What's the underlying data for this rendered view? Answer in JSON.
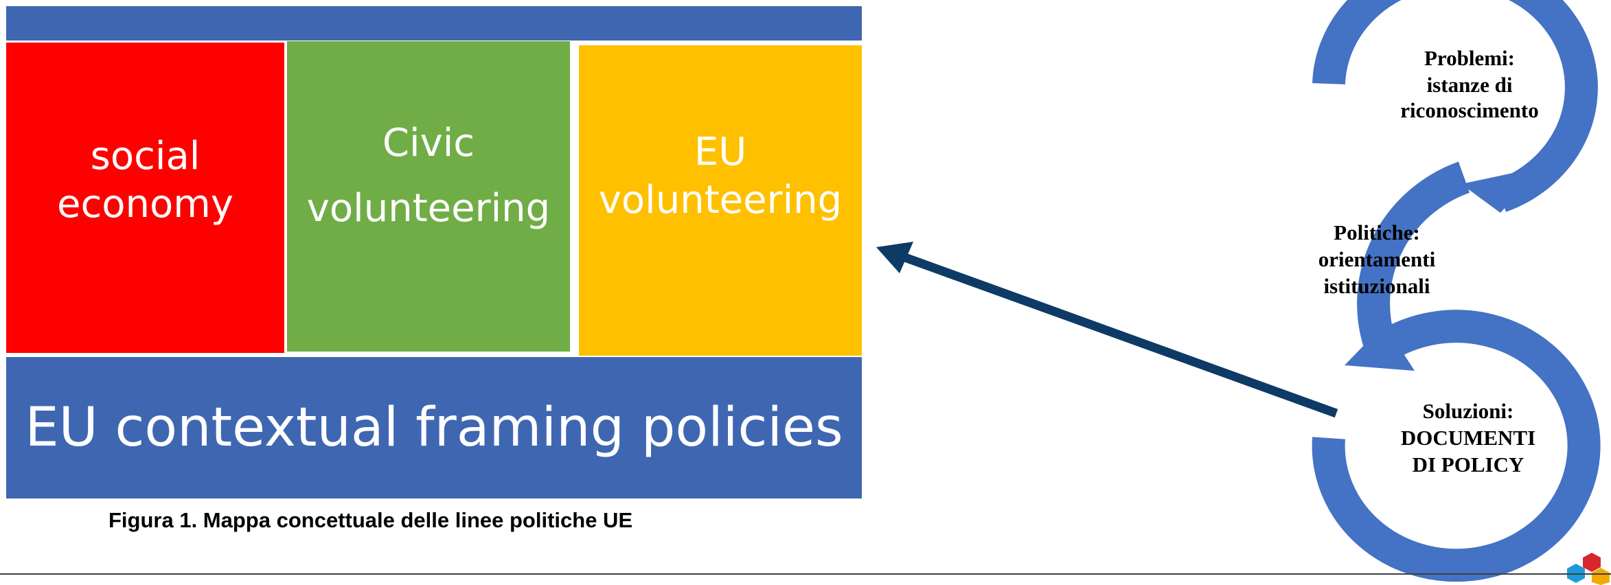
{
  "colors": {
    "blue": "#3F67B1",
    "red": "#FF0000",
    "green": "#70AD47",
    "yellow": "#FFC000",
    "cycle": "#4472C4",
    "arrow": "#0E3A66"
  },
  "map": {
    "social": [
      "social",
      "economy"
    ],
    "civic": [
      "Civic",
      "volunteering"
    ],
    "eu": [
      "EU",
      "volunteering"
    ],
    "framing": "EU contextual framing policies",
    "caption": "Figura 1. Mappa concettuale delle linee politiche UE"
  },
  "cycle": {
    "problemi": [
      "Problemi:",
      "istanze di",
      "riconoscimento"
    ],
    "politiche": [
      "Politiche:",
      "orientamenti",
      "istituzionali"
    ],
    "soluzioni": [
      "Soluzioni:",
      "DOCUMENTI",
      "DI POLICY"
    ]
  }
}
